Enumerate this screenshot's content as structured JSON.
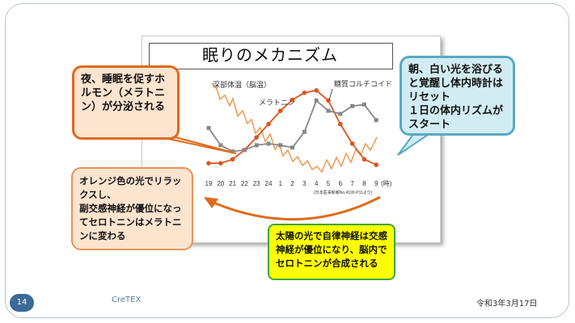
{
  "slide": {
    "figure_title": "眠りのメカニズム",
    "page_number": "14",
    "brand": "CreTEX",
    "date": "令和3年3月17日"
  },
  "callouts": {
    "night": "夜、睡眠を促すホルモン（メラトニン）が分泌される",
    "morning": "朝、白い光を浴びると覚醒し体内時計はリセット\n１日の体内リズムがスタート",
    "orange_light": "オレンジ色の光でリラックスし、\n副交感神経が優位になってセロトニンはメラトニンに変わる",
    "sunlight": "太陽の光で自律神経は交感神経が優位になり、脳内でセロトニンが合成される"
  },
  "colors": {
    "melatonin": "#e0541e",
    "body_temp": "#ee9a52",
    "cortisol": "#888888",
    "accent_orange": "#e06a1a",
    "accent_blue": "#58a9c4",
    "accent_green": "#3da53d"
  },
  "chart_data": {
    "type": "line",
    "x": [
      "19",
      "20",
      "21",
      "22",
      "23",
      "24",
      "1",
      "2",
      "3",
      "4",
      "5",
      "6",
      "7",
      "8",
      "9"
    ],
    "x_unit": "(時)",
    "source": "(日本医事新報No.4190-P11より)",
    "series": [
      {
        "name": "メラトニン",
        "values": [
          0.05,
          0.05,
          0.1,
          0.22,
          0.38,
          0.55,
          0.72,
          0.86,
          0.95,
          0.98,
          0.85,
          0.55,
          0.3,
          0.1,
          0.03
        ]
      },
      {
        "name": "深部体温（脳温）",
        "values": [
          null,
          null,
          null,
          null,
          null,
          null,
          null,
          null,
          null,
          null,
          null,
          null,
          null,
          null,
          null
        ]
      },
      {
        "name": "糖質コルチコイド",
        "values": [
          0.5,
          0.28,
          0.2,
          0.22,
          0.28,
          0.3,
          0.28,
          0.25,
          0.45,
          0.85,
          0.72,
          0.68,
          0.78,
          0.8,
          0.6
        ]
      }
    ]
  }
}
